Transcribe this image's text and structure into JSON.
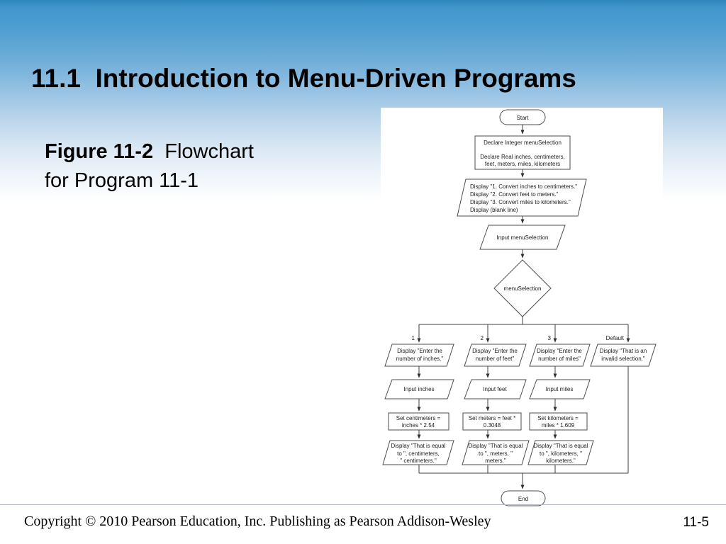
{
  "slide": {
    "title": "11.1  Introduction to Menu-Driven Programs",
    "caption": {
      "bold": "Figure 11-2",
      "rest": "  Flowchart",
      "line2": "for Program 11-1"
    },
    "footer": {
      "copyright": "Copyright © 2010 Pearson Education, Inc. Publishing as Pearson Addison-Wesley",
      "page_number": "11-5"
    }
  },
  "colors": {
    "header_gradient_top": "#3f96cb",
    "header_gradient_bottom": "#ffffff",
    "flowchart_stroke": "#4d4d4d",
    "footer_rule": "#b3bac1"
  },
  "flowchart": {
    "start": "Start",
    "declare": {
      "l1": "Declare Integer menuSelection",
      "l2": "Declare Real inches, centimeters,",
      "l3": "feet, meters, miles, kilometers"
    },
    "menu": {
      "l1": "Display \"1. Convert inches to centimeters.\"",
      "l2": "Display \"2. Convert feet to meters.\"",
      "l3": "Display \"3. Convert miles to kilometers.\"",
      "l4": "Display (blank line)"
    },
    "input_menu": "Input menuSelection",
    "decision": "menuSelection",
    "branches": {
      "b1": "1",
      "b2": "2",
      "b3": "3",
      "b4": "Default"
    },
    "case1": {
      "display": {
        "l1": "Display \"Enter the",
        "l2": "number of inches.\""
      },
      "input": "Input inches",
      "set": {
        "l1": "Set centimeters =",
        "l2": "inches * 2.54"
      },
      "result": {
        "l1": "Display \"That is equal",
        "l2": "to \", centimeters,",
        "l3": "\" centimeters.\""
      }
    },
    "case2": {
      "display": {
        "l1": "Display \"Enter the",
        "l2": "number of feet\""
      },
      "input": "Input feet",
      "set": {
        "l1": "Set meters = feet *",
        "l2": "0.3048"
      },
      "result": {
        "l1": "Display \"That is equal",
        "l2": "to \", meters, \"",
        "l3": "meters.\""
      }
    },
    "case3": {
      "display": {
        "l1": "Display \"Enter the",
        "l2": "number of miles\""
      },
      "input": "Input miles",
      "set": {
        "l1": "Set kilometers =",
        "l2": "miles * 1.609"
      },
      "result": {
        "l1": "Display \"That is equal",
        "l2": "to \", kilometers, \"",
        "l3": "kilometers.\""
      }
    },
    "default_case": {
      "display": {
        "l1": "Display \"That is an",
        "l2": "invalid selection.\""
      }
    },
    "end": "End"
  }
}
